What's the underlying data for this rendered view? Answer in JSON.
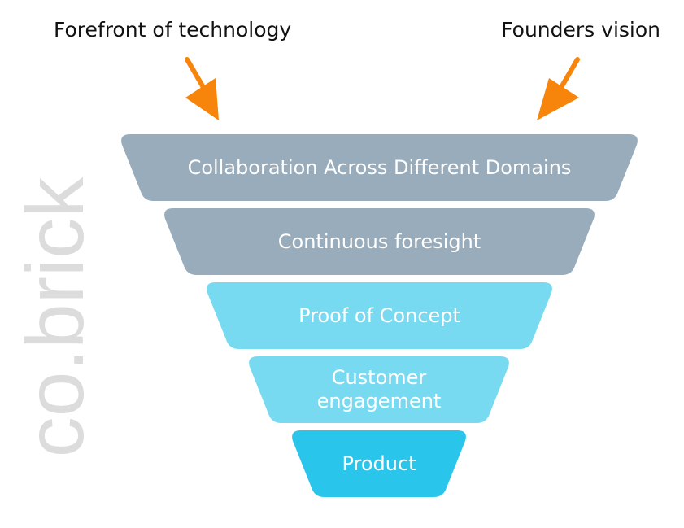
{
  "annotations": {
    "left": "Forefront of technology",
    "right": "Founders vision"
  },
  "brand": "co.brick",
  "tiers": [
    {
      "label": "Collaboration Across Different Domains",
      "color": "#98acbb"
    },
    {
      "label": "Continuous foresight",
      "color": "#98acbb"
    },
    {
      "label": "Proof of Concept",
      "color": "#78daf0"
    },
    {
      "label": "Customer engagement",
      "color": "#78daf0"
    },
    {
      "label": "Product",
      "color": "#29c5ea"
    }
  ],
  "colors": {
    "arrow": "#f7840b",
    "brand": "#dcdcdc"
  }
}
